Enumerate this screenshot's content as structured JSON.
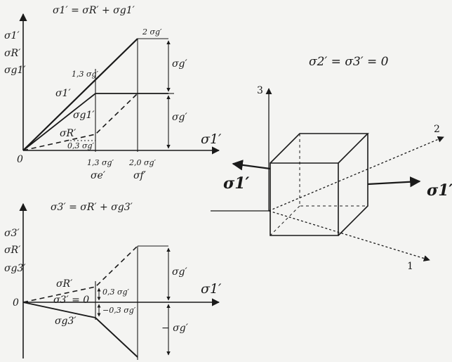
{
  "top_chart": {
    "formula": "σ1′ = σR′ + σg1′",
    "y_axis_labels": [
      "σ1′",
      "σR′",
      "σg1′"
    ],
    "x_axis_label": "σ1′",
    "origin": "0",
    "x_ticks": [
      "1,3 σg′",
      "2,0 σg′"
    ],
    "x_tick_names": [
      "σe′",
      "σf′"
    ],
    "point_labels": {
      "top": "2 σg′",
      "mid": "1,3 σg′",
      "low": "0,3 σg′"
    },
    "curve_labels": {
      "total": "σ1′",
      "g": "σg1′",
      "r": "σR′"
    },
    "dim_labels": [
      "σg′",
      "σg′"
    ]
  },
  "bottom_chart": {
    "formula": "σ3′ = σR′ + σg3′",
    "y_axis_labels": [
      "σ3′",
      "σR′",
      "σg3′"
    ],
    "x_axis_label": "σ1′",
    "origin": "0",
    "curve_labels": {
      "r": "σR′",
      "zero": "σ3′ = 0",
      "g": "σg3′"
    },
    "point_labels": {
      "up": "0,3 σg′",
      "down": "−0,3 σg′"
    },
    "dim_labels": [
      "σg′",
      "− σg′"
    ]
  },
  "cube": {
    "condition": "σ2′ = σ3′ = 0",
    "axis_labels": {
      "a3": "3",
      "a2": "2",
      "a1": "1"
    },
    "force_labels": {
      "left": "σ1′",
      "right": "σ1′"
    }
  }
}
